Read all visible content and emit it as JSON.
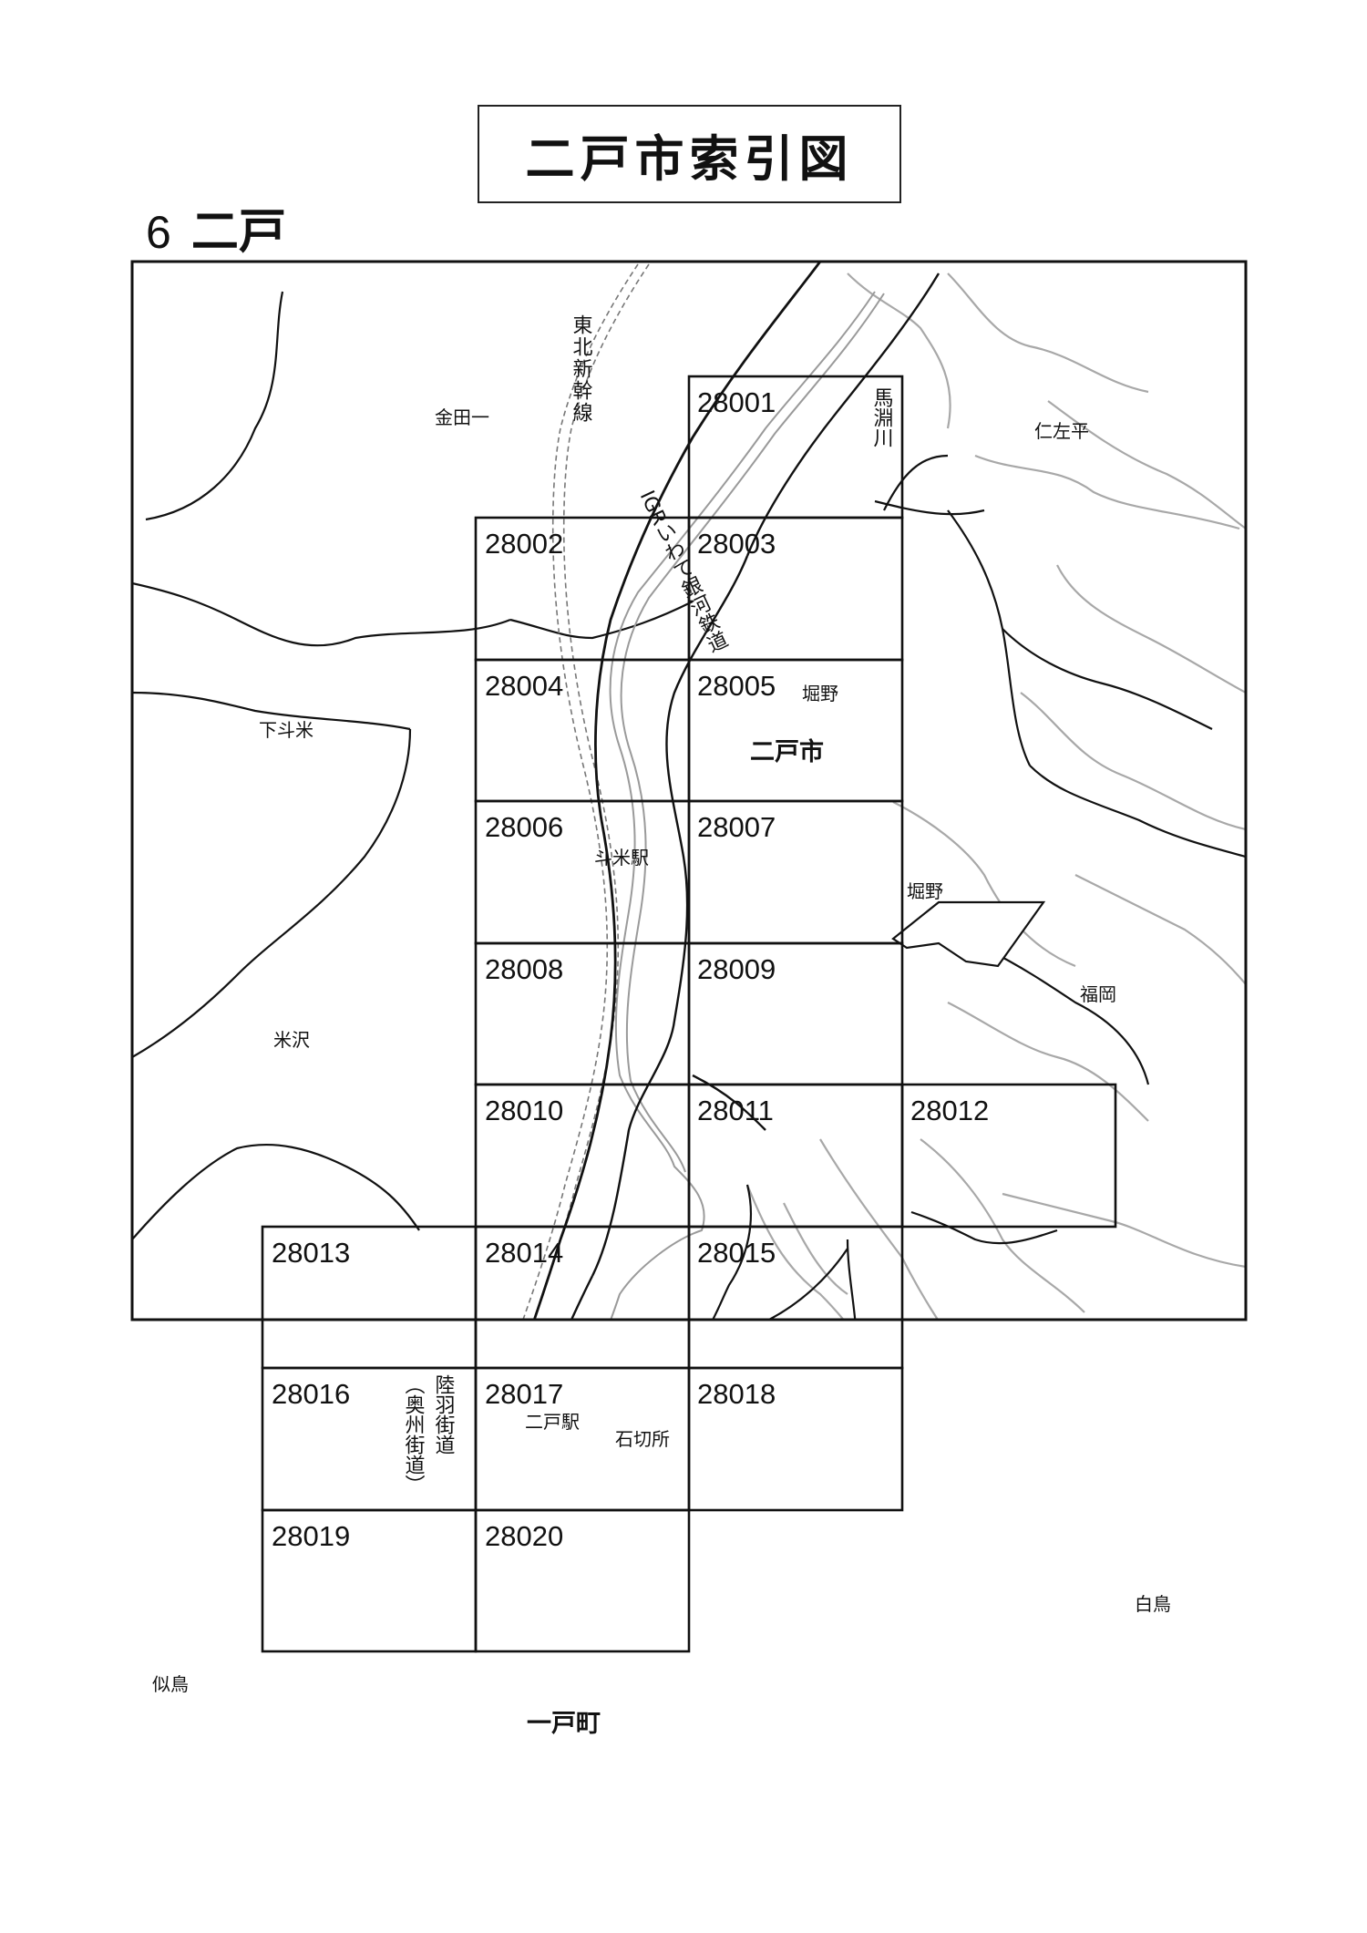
{
  "title": "二戸市索引図",
  "section": {
    "number": "6",
    "name": "二戸"
  },
  "sheets": [
    {
      "id": "28001",
      "label": "28001"
    },
    {
      "id": "28002",
      "label": "28002"
    },
    {
      "id": "28003",
      "label": "28003"
    },
    {
      "id": "28004",
      "label": "28004"
    },
    {
      "id": "28005",
      "label": "28005"
    },
    {
      "id": "28006",
      "label": "28006"
    },
    {
      "id": "28007",
      "label": "28007"
    },
    {
      "id": "28008",
      "label": "28008"
    },
    {
      "id": "28009",
      "label": "28009"
    },
    {
      "id": "28010",
      "label": "28010"
    },
    {
      "id": "28011",
      "label": "28011"
    },
    {
      "id": "28012",
      "label": "28012"
    },
    {
      "id": "28013",
      "label": "28013"
    },
    {
      "id": "28014",
      "label": "28014"
    },
    {
      "id": "28015",
      "label": "28015"
    },
    {
      "id": "28016",
      "label": "28016"
    },
    {
      "id": "28017",
      "label": "28017"
    },
    {
      "id": "28018",
      "label": "28018"
    },
    {
      "id": "28019",
      "label": "28019"
    },
    {
      "id": "28020",
      "label": "28020"
    }
  ],
  "places": {
    "kindaichi": "金田一",
    "nisadai": "仁左平",
    "shimotomai": "下斗米",
    "horino1": "堀野",
    "nincity": "二戸市",
    "tomai_station": "斗米駅",
    "horino2": "堀野",
    "fukuoka": "福岡",
    "yonezawa": "米沢",
    "ninohe_station": "二戸駅",
    "ishikirido": "石切所",
    "shiratori": "白鳥",
    "nitori": "似鳥",
    "ichinohe": "一戸町"
  },
  "lines": {
    "shinkansen": "東北新幹線",
    "igr": "IGRいわて銀河鉄道",
    "mabechi": "馬淵川",
    "rikuu": "陸羽街道",
    "oshu": "（奥州街道）"
  }
}
